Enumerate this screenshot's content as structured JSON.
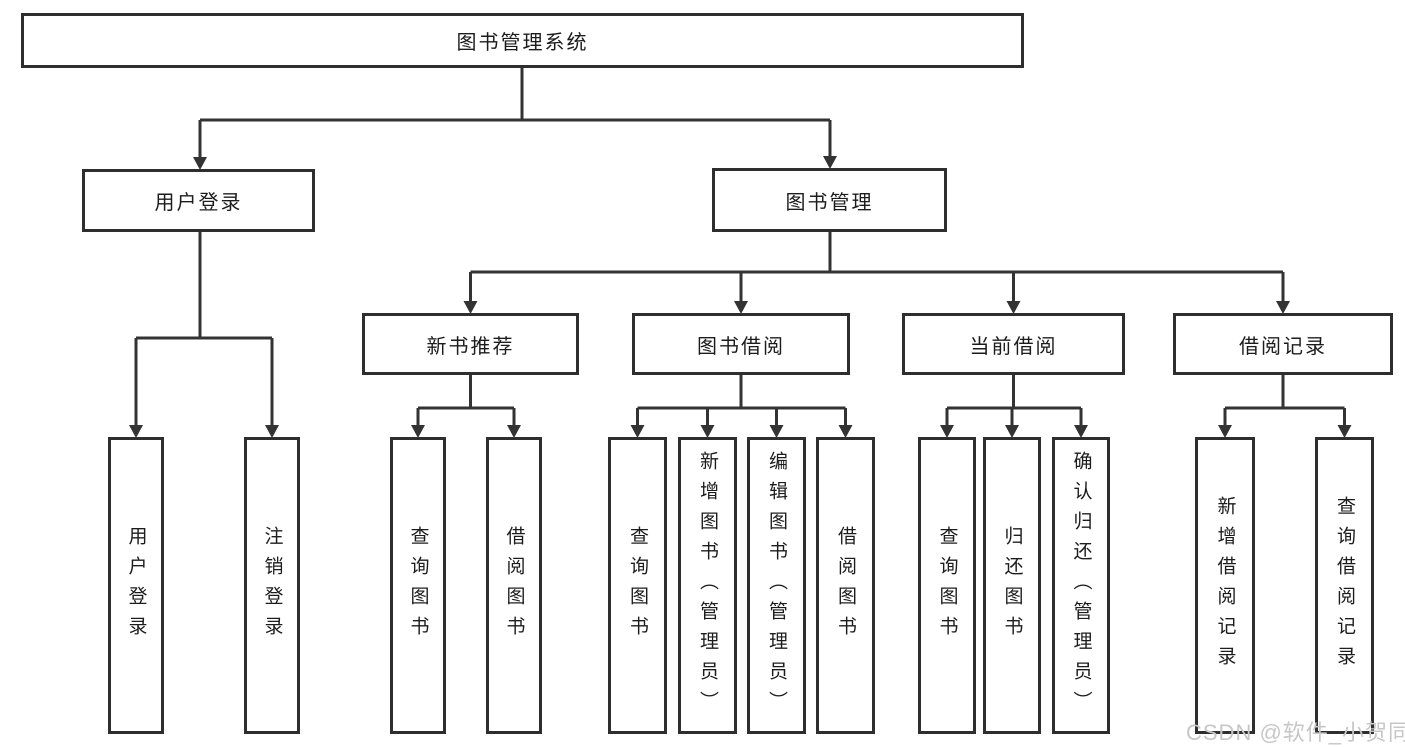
{
  "diagram": {
    "root": "图书管理系统",
    "children": [
      {
        "label": "用户登录",
        "leaves": [
          "用户登录",
          "注销登录"
        ]
      },
      {
        "label": "图书管理",
        "groups": [
          {
            "label": "新书推荐",
            "leaves": [
              "查询图书",
              "借阅图书"
            ]
          },
          {
            "label": "图书借阅",
            "leaves": [
              "查询图书",
              "新增图书（管理员）",
              "编辑图书（管理员）",
              "借阅图书"
            ]
          },
          {
            "label": "当前借阅",
            "leaves": [
              "查询图书",
              "归还图书",
              "确认归还（管理员）"
            ]
          },
          {
            "label": "借阅记录",
            "leaves": [
              "新增借阅记录",
              "查询借阅记录"
            ]
          }
        ]
      }
    ]
  },
  "watermark": "CSDN @软件_小贺同学",
  "colors": {
    "line": "#333333",
    "box_border": "#2e2e2e",
    "box_fill": "#ffffff",
    "text": "#1c1c1c",
    "watermark": "#c7c7c7"
  }
}
